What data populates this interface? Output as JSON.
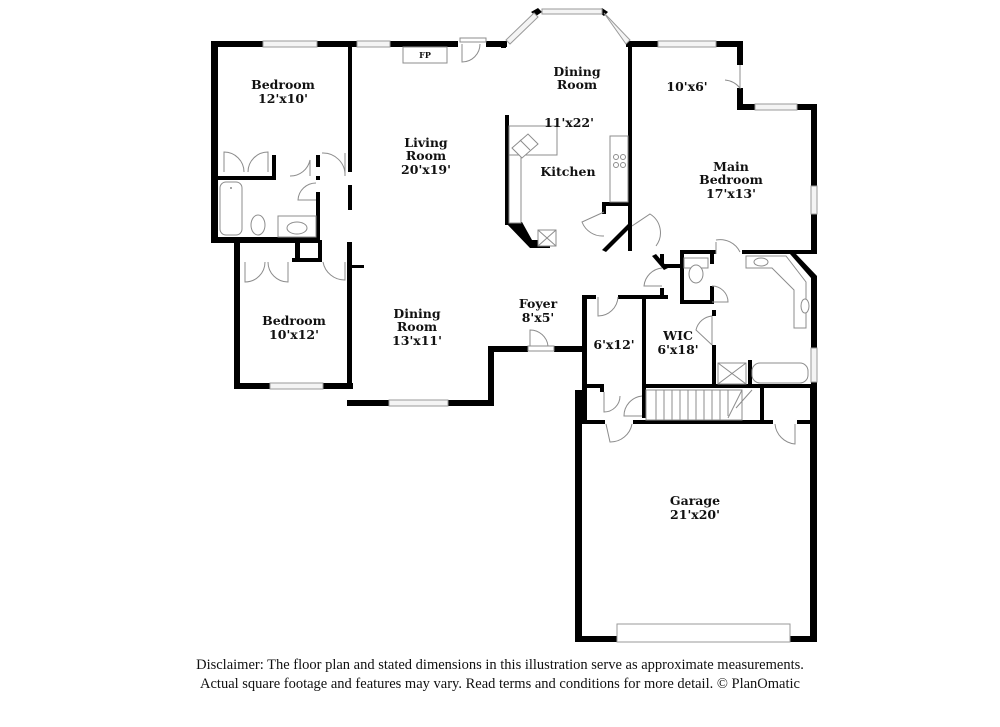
{
  "rooms": {
    "bedroom1": {
      "name": "Bedroom",
      "dims": "12'x10'"
    },
    "living": {
      "name1": "Living",
      "name2": "Room",
      "dims": "20'x19'"
    },
    "dining_top": {
      "name1": "Dining",
      "name2": "Room",
      "dims": "11'x22'"
    },
    "kitchen": {
      "name": "Kitchen"
    },
    "closet_10x6": {
      "dims": "10'x6'"
    },
    "main_bedroom": {
      "name1": "Main",
      "name2": "Bedroom",
      "dims": "17'x13'"
    },
    "bedroom2": {
      "name": "Bedroom",
      "dims": "10'x12'"
    },
    "dining_bottom": {
      "name1": "Dining",
      "name2": "Room",
      "dims": "13'x11'"
    },
    "foyer": {
      "name": "Foyer",
      "dims": "8'x5'"
    },
    "laundry": {
      "dims": "6'x12'"
    },
    "wic": {
      "name": "WIC",
      "dims": "6'x18'"
    },
    "garage": {
      "name": "Garage",
      "dims": "21'x20'"
    }
  },
  "fixtures": {
    "fireplace": "FP"
  },
  "disclaimer": {
    "line1": "Disclaimer: The floor plan and stated dimensions in this illustration serve as approximate measurements.",
    "line2": "Actual square footage and features may vary. Read terms and conditions for more detail. © PlanOmatic"
  }
}
